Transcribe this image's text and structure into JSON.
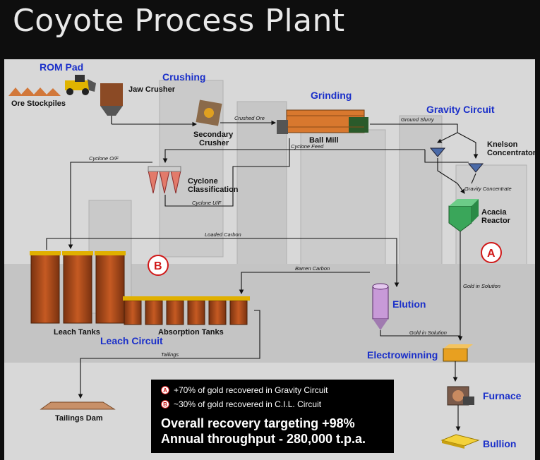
{
  "title": "Coyote Process Plant",
  "sections": {
    "rom_pad": "ROM Pad",
    "crushing": "Crushing",
    "grinding": "Grinding",
    "gravity_circuit": "Gravity Circuit",
    "leach_circuit": "Leach Circuit",
    "elution": "Elution",
    "electrowinning": "Electrowinning",
    "furnace": "Furnace",
    "bullion": "Bullion"
  },
  "equipment": {
    "ore_stockpiles": "Ore Stockpiles",
    "jaw_crusher": "Jaw Crusher",
    "secondary_crusher_1": "Secondary",
    "secondary_crusher_2": "Crusher",
    "ball_mill": "Ball Mill",
    "knelson_1": "Knelson",
    "knelson_2": "Concentrators",
    "cyclone_1": "Cyclone",
    "cyclone_2": "Classification",
    "acacia_1": "Acacia",
    "acacia_2": "Reactor",
    "leach_tanks": "Leach Tanks",
    "absorption_tanks": "Absorption Tanks",
    "tailings_dam": "Tailings Dam"
  },
  "flows": {
    "crushed_ore": "Crushed Ore",
    "ground_slurry": "Ground Slurry",
    "cyclone_feed": "Cyclone Feed",
    "cyclone_of": "Cyclone O/F",
    "cyclone_uf": "Cyclone U/F",
    "gravity_concentrate": "Gravity Concentrate",
    "loaded_carbon": "Loaded Carbon",
    "barren_carbon": "Barren Carbon",
    "gold_in_solution_1": "Gold in Solution",
    "gold_in_solution_2": "Gold in Solution",
    "tailings": "Tailings"
  },
  "markers": {
    "a": "A",
    "b": "B"
  },
  "info": {
    "line1_badge": "A",
    "line1": "+70% of gold recovered in Gravity Circuit",
    "line2_badge": "B",
    "line2": "~30% of gold recovered in C.I.L. Circuit",
    "line3": "Overall recovery targeting +98%",
    "line4": "Annual throughput - 280,000 t.p.a."
  },
  "colors": {
    "section_label": "#1a2fc9",
    "marker_red": "#d01818",
    "tank_orange": "#b5521e",
    "acacia_green": "#3aa65a"
  }
}
